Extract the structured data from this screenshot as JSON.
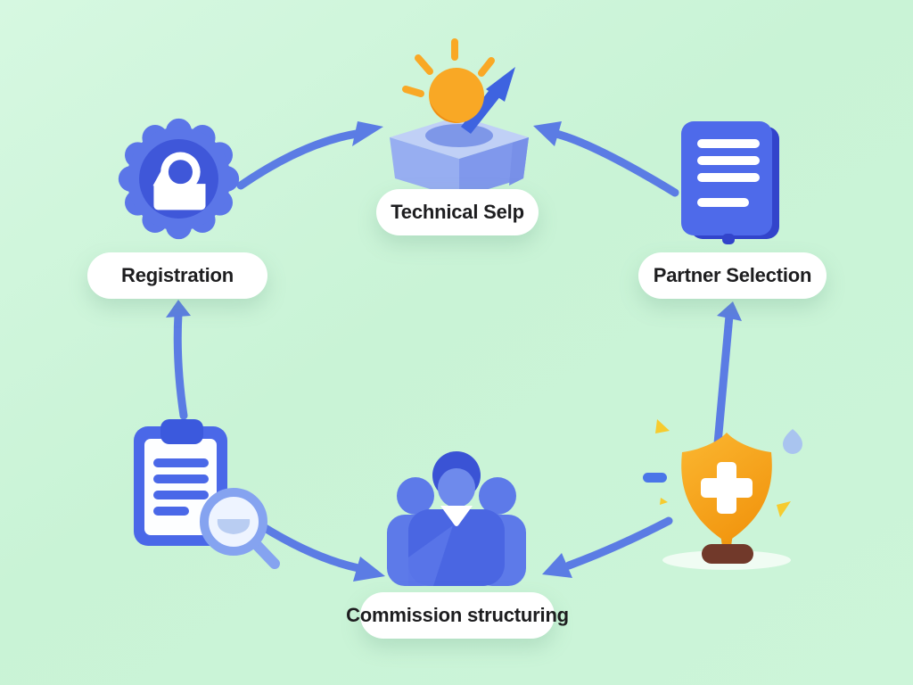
{
  "canvas": {
    "background": "#cbf4d8"
  },
  "palette": {
    "arrow_blue": "#5b7ce4",
    "royal_blue": "#4a68e8",
    "deep_blue": "#3d57d9",
    "badge_blue": "#5b76e8",
    "box_blue_light": "#c0d0f6",
    "box_blue": "#8fa6ee",
    "orange": "#f9a825",
    "orange_deep": "#ef9711",
    "yellow_confetti": "#f6cb2e",
    "brown_base": "#71392a",
    "pill_background": "#ffffff",
    "label_text": "#1d1d1f"
  },
  "nodes": [
    {
      "id": "registration",
      "label": "Registration"
    },
    {
      "id": "technical-setup",
      "label": "Technical Selp"
    },
    {
      "id": "partner-selection",
      "label": "Partner Selection"
    },
    {
      "id": "commission-structuring",
      "label": "Commission structuring"
    }
  ],
  "icons": [
    {
      "name": "user-badge-icon",
      "description": "blue scalloped seal with white person silhouette"
    },
    {
      "name": "growth-box-icon",
      "description": "open box with orange sun sphere and rising blue arrow"
    },
    {
      "name": "document-icon",
      "description": "blue document with white text lines"
    },
    {
      "name": "clipboard-search-icon",
      "description": "clipboard with list and magnifying glass"
    },
    {
      "name": "team-icon",
      "description": "group of three people"
    },
    {
      "name": "shield-trophy-icon",
      "description": "orange shield with white cross on brown base with confetti"
    }
  ],
  "arrows": [
    {
      "from": "user-badge-icon",
      "to": "growth-box-icon"
    },
    {
      "from": "document-icon",
      "to": "growth-box-icon"
    },
    {
      "from": "clipboard-search-icon",
      "to": "registration-label"
    },
    {
      "from": "clipboard-search-icon",
      "to": "team-icon"
    },
    {
      "from": "shield-trophy-icon",
      "to": "team-icon"
    },
    {
      "from": "shield-trophy-icon",
      "to": "partner-selection-label"
    }
  ]
}
